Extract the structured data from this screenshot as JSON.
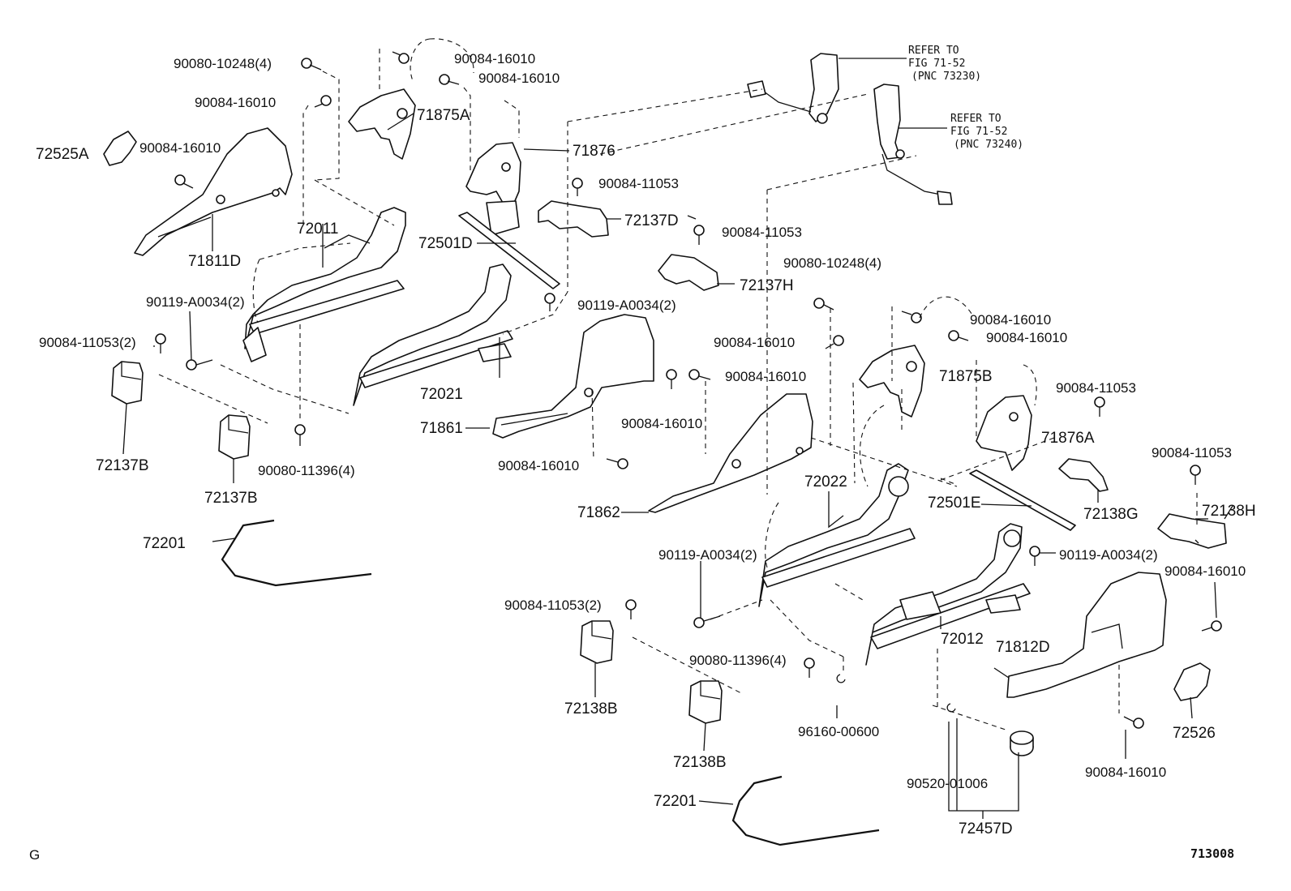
{
  "page": {
    "corner_letter": "G",
    "figure_code": "713008"
  },
  "references": {
    "ref1": {
      "line1": "REFER TO",
      "line2": "FIG 71-52",
      "line3": "(PNC 73230)"
    },
    "ref2": {
      "line1": "REFER TO",
      "line2": "FIG 71-52",
      "line3": "(PNC 73240)"
    }
  },
  "labels": {
    "l01": "90080-10248(4)",
    "l02": "90084-16010",
    "l03": "90084-16010",
    "l04": "90084-16010",
    "l05": "72525A",
    "l06": "90084-16010",
    "l07": "71875A",
    "l08": "71876",
    "l09": "90084-11053",
    "l10": "72137D",
    "l11": "72011",
    "l12": "72501D",
    "l13": "71811D",
    "l14": "90084-11053",
    "l15": "72137H",
    "l16": "90119-A0034(2)",
    "l17": "90119-A0034(2)",
    "l18": "90084-11053(2)",
    "l19": "90080-10248(4)",
    "l20": "90084-16010",
    "l21": "90084-16010",
    "l22": "90084-16010",
    "l23": "90084-16010",
    "l24": "72021",
    "l25": "71875B",
    "l26": "71861",
    "l27": "90084-16010",
    "l28": "90084-11053",
    "l29": "72137B",
    "l30": "90080-11396(4)",
    "l31": "71876A",
    "l32": "72137B",
    "l33": "90084-16010",
    "l34": "90084-11053",
    "l35": "72022",
    "l36": "72501E",
    "l37": "72138G",
    "l38": "72138H",
    "l39": "71862",
    "l40": "72201",
    "l41": "90119-A0034(2)",
    "l42": "90119-A0034(2)",
    "l43": "90084-16010",
    "l44": "90084-11053(2)",
    "l45": "72012",
    "l46": "71812D",
    "l47": "90080-11396(4)",
    "l48": "72138B",
    "l49": "96160-00600",
    "l50": "72526",
    "l51": "72138B",
    "l52": "90084-16010",
    "l53": "90520-01006",
    "l54": "72201",
    "l55": "72457D"
  }
}
